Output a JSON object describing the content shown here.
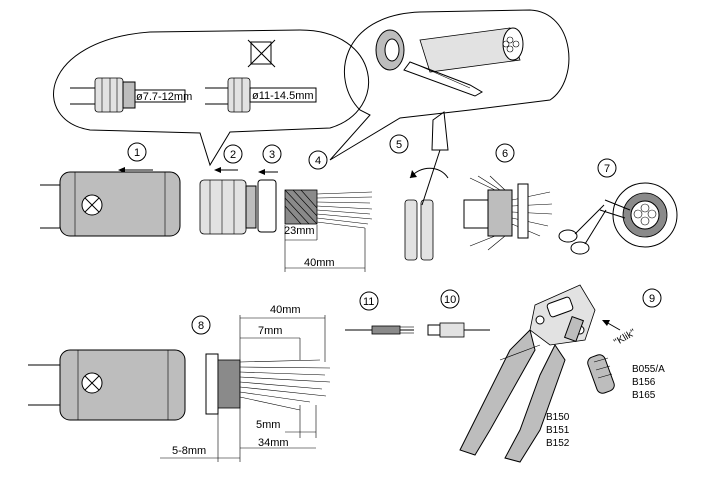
{
  "steps": [
    "1",
    "2",
    "3",
    "4",
    "5",
    "6",
    "7",
    "8",
    "9",
    "10",
    "11"
  ],
  "dimensions": {
    "d_small": "ø7.7-12mm",
    "d_large": "ø11-14.5mm",
    "strip_23": "23mm",
    "strip_40_top": "40mm",
    "strip_40_bottom": "40mm",
    "strip_7": "7mm",
    "strip_5": "5mm",
    "strip_34": "34mm",
    "strip_5_8": "5-8mm"
  },
  "labels": {
    "click": "\"Klik\"",
    "positioner_1": "B055/A",
    "positioner_2": "B156",
    "positioner_3": "B165",
    "crimp_1": "B150",
    "crimp_2": "B151",
    "crimp_3": "B152"
  }
}
